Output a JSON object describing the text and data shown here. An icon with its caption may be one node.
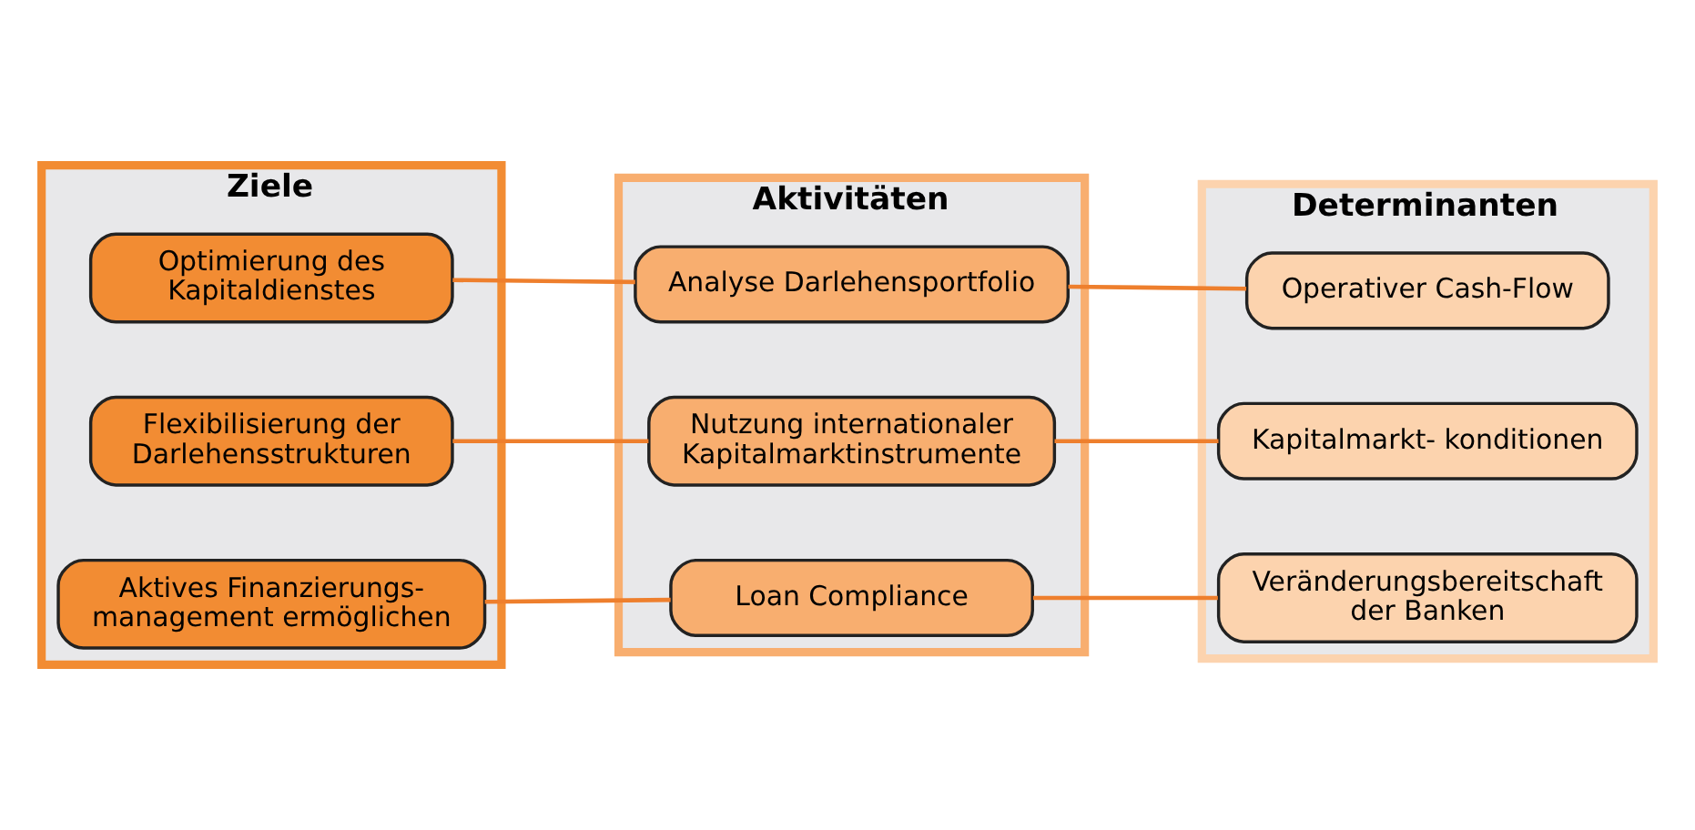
{
  "diagram": {
    "nodes": [
      {
        "text": [
          "Ziele"
        ]
      },
      {
        "text": [
          "Aktivitäten"
        ]
      },
      {
        "text": [
          "Determinanten"
        ]
      },
      {
        "text": [
          "Optimierung des Kapitaldienstes"
        ],
        "in": 0
      },
      {
        "text": [
          "Analyse Darlehensportfolio"
        ],
        "in": 1
      },
      {
        "text": [
          "Operativer Cash-Flow"
        ],
        "in": 2
      },
      {
        "text": [
          "Flexibilisierung der Darlehensstrukturen"
        ],
        "in": 0
      },
      {
        "text": [
          "Nutzung internationaler Kapitalmarktinstrumente"
        ],
        "in": 1
      },
      {
        "text": [
          "Kapitalmarkt- konditionen"
        ],
        "in": 2
      },
      {
        "text": [
          "Aktives Finanzierungs- management ermöglichen"
        ],
        "in": 0
      },
      {
        "text": [
          "Loan Compliance"
        ],
        "in": 1
      },
      {
        "text": [
          "Veränderungsbereitschaft der Banken"
        ],
        "in": 2
      }
    ],
    "edges": [
      {
        "from": 3,
        "to": 4,
        "arrow": "none"
      },
      {
        "from": 4,
        "to": 5,
        "arrow": "none"
      },
      {
        "from": 6,
        "to": 7,
        "arrow": "none"
      },
      {
        "from": 7,
        "to": 8,
        "arrow": "none"
      },
      {
        "from": 9,
        "to": 10,
        "arrow": "none"
      },
      {
        "from": 10,
        "to": 11,
        "arrow": "none"
      }
    ]
  }
}
